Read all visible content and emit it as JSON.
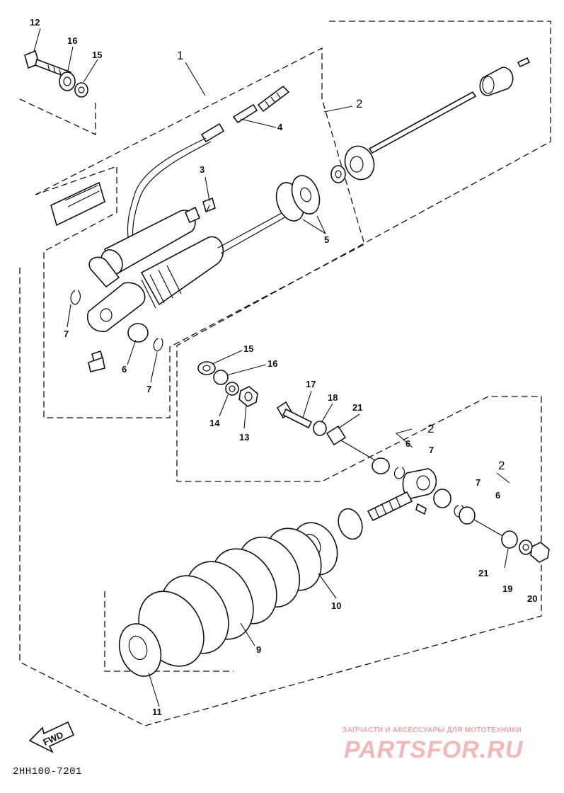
{
  "diagram": {
    "code": "2HH100-7201",
    "fwd_label": "FWD",
    "callouts": {
      "p1": "1",
      "p2a": "2",
      "p2b": "2",
      "p2c": "2",
      "p3": "3",
      "p4": "4",
      "p5": "5",
      "p6a": "6",
      "p6b": "6",
      "p6c": "6",
      "p7a": "7",
      "p7b": "7",
      "p7c": "7",
      "p7d": "7",
      "p9": "9",
      "p10": "10",
      "p11": "11",
      "p12": "12",
      "p13": "13",
      "p14": "14",
      "p15a": "15",
      "p15b": "15",
      "p16a": "16",
      "p16b": "16",
      "p17": "17",
      "p18": "18",
      "p19": "19",
      "p20": "20",
      "p21a": "21",
      "p21b": "21"
    }
  },
  "watermark": {
    "tagline": "ЗАПЧАСТИ И АКСЕССУАРЫ ДЛЯ МОТОТЕХНИКИ",
    "logo": "PARTSFOR.RU"
  }
}
